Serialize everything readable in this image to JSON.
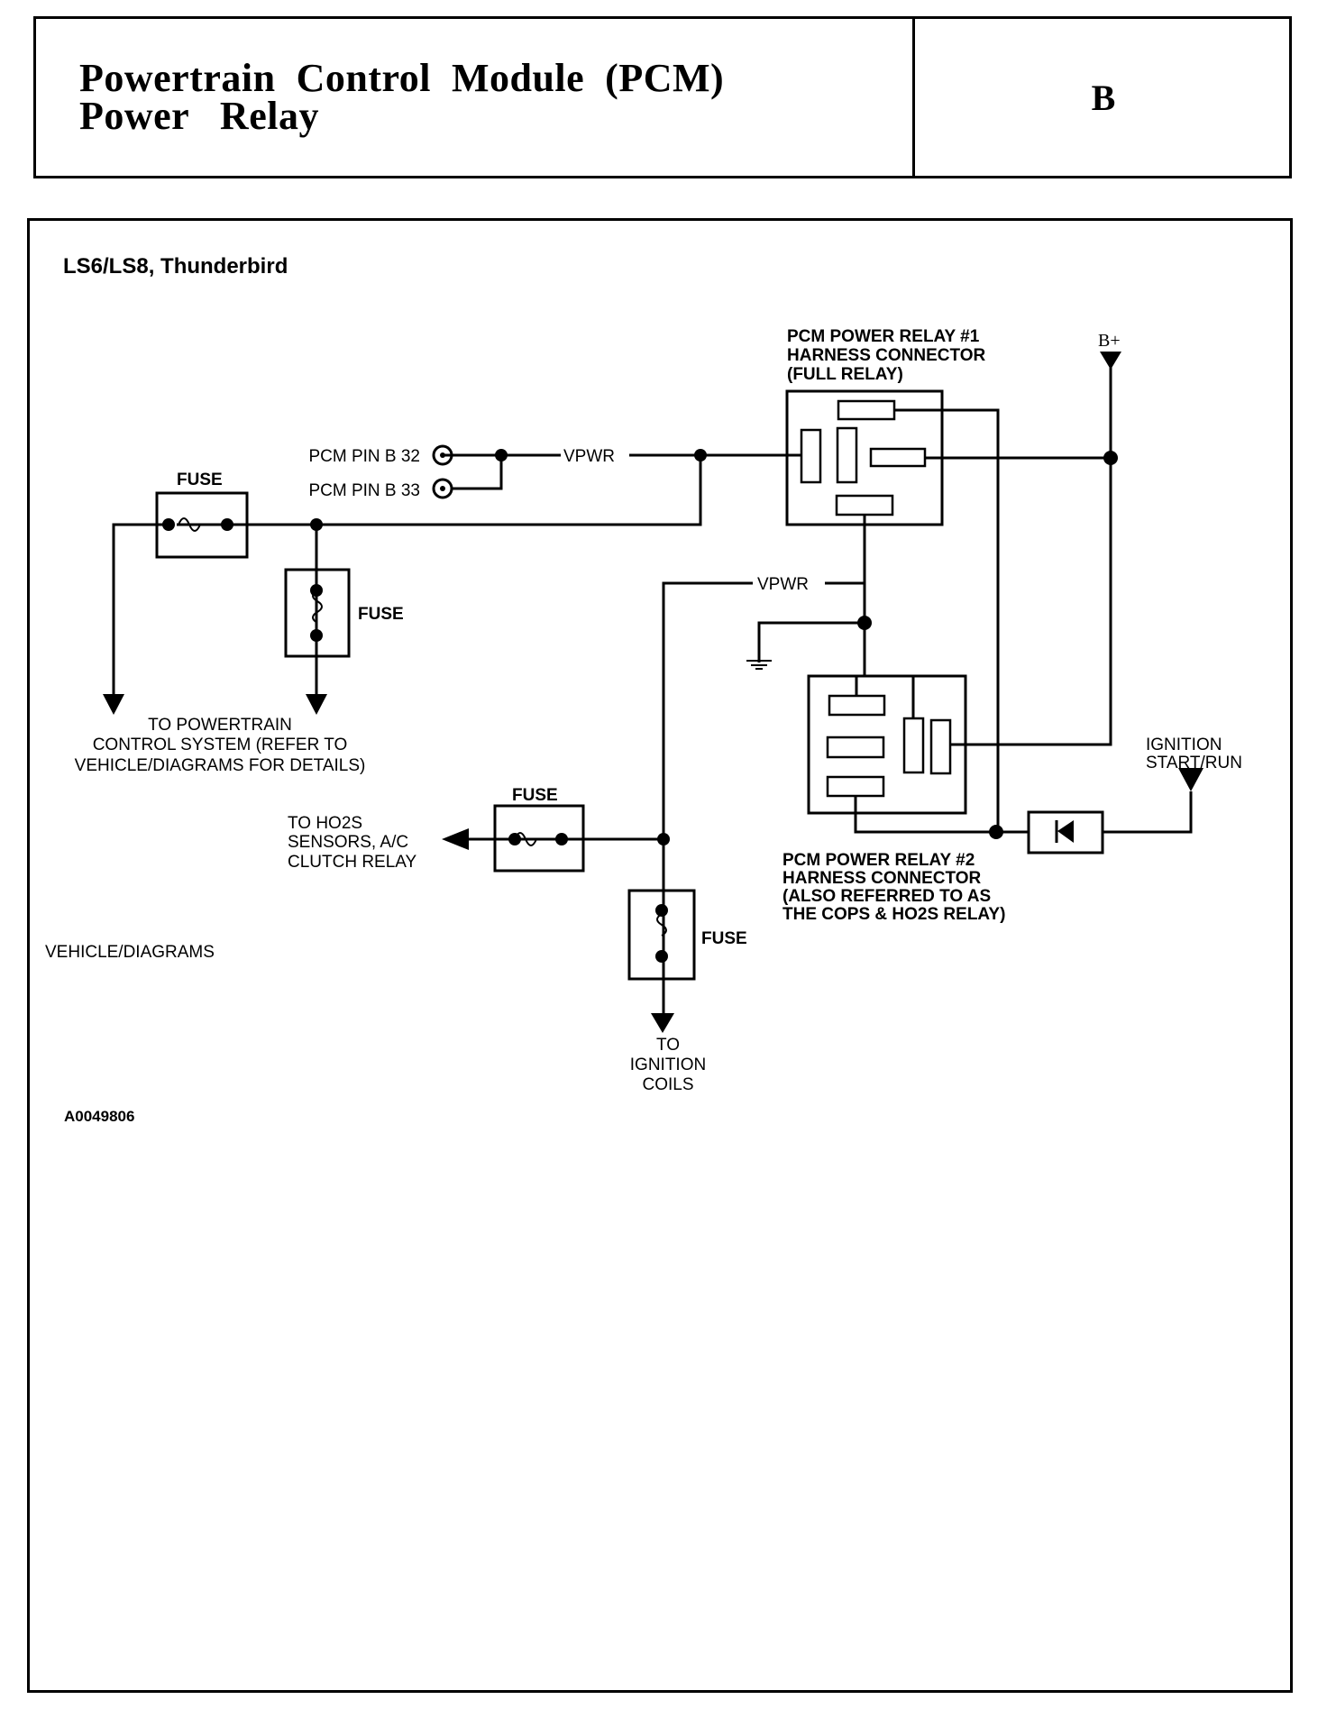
{
  "header": {
    "title_line1": "Powertrain  Control  Module  (PCM)",
    "title_line2": "Power   Relay",
    "section_letter": "B"
  },
  "diagram": {
    "subtitle": "LS6/LS8,  Thunderbird",
    "relay1_label": [
      "PCM POWER RELAY #1",
      "HARNESS CONNECTOR",
      "(FULL RELAY)"
    ],
    "relay2_label": [
      "PCM POWER RELAY #2",
      "HARNESS CONNECTOR",
      "(ALSO REFERRED TO AS",
      "THE COPS & HO2S RELAY)"
    ],
    "battery_label": "B+",
    "pin_b32_label": "PCM PIN B 32",
    "pin_b33_label": "PCM PIN B  33",
    "vpwr_label_top": "VPWR",
    "vpwr_label_mid": "VPWR",
    "fuse_labels": [
      "FUSE",
      "FUSE",
      "FUSE",
      "FUSE"
    ],
    "powertrain_note": [
      "TO POWERTRAIN",
      "CONTROL SYSTEM (REFER TO",
      "VEHICLE/DIAGRAMS FOR DETAILS)"
    ],
    "ho2s_note": [
      "TO HO2S",
      "SENSORS, A/C",
      "CLUTCH RELAY"
    ],
    "ignition_coils_note": [
      "TO",
      "IGNITION",
      "COILS"
    ],
    "ignition_label": [
      "IGNITION",
      "START/RUN"
    ],
    "vehicle_diagrams_note": "VEHICLE/DIAGRAMS",
    "figure_id": "A0049806"
  }
}
